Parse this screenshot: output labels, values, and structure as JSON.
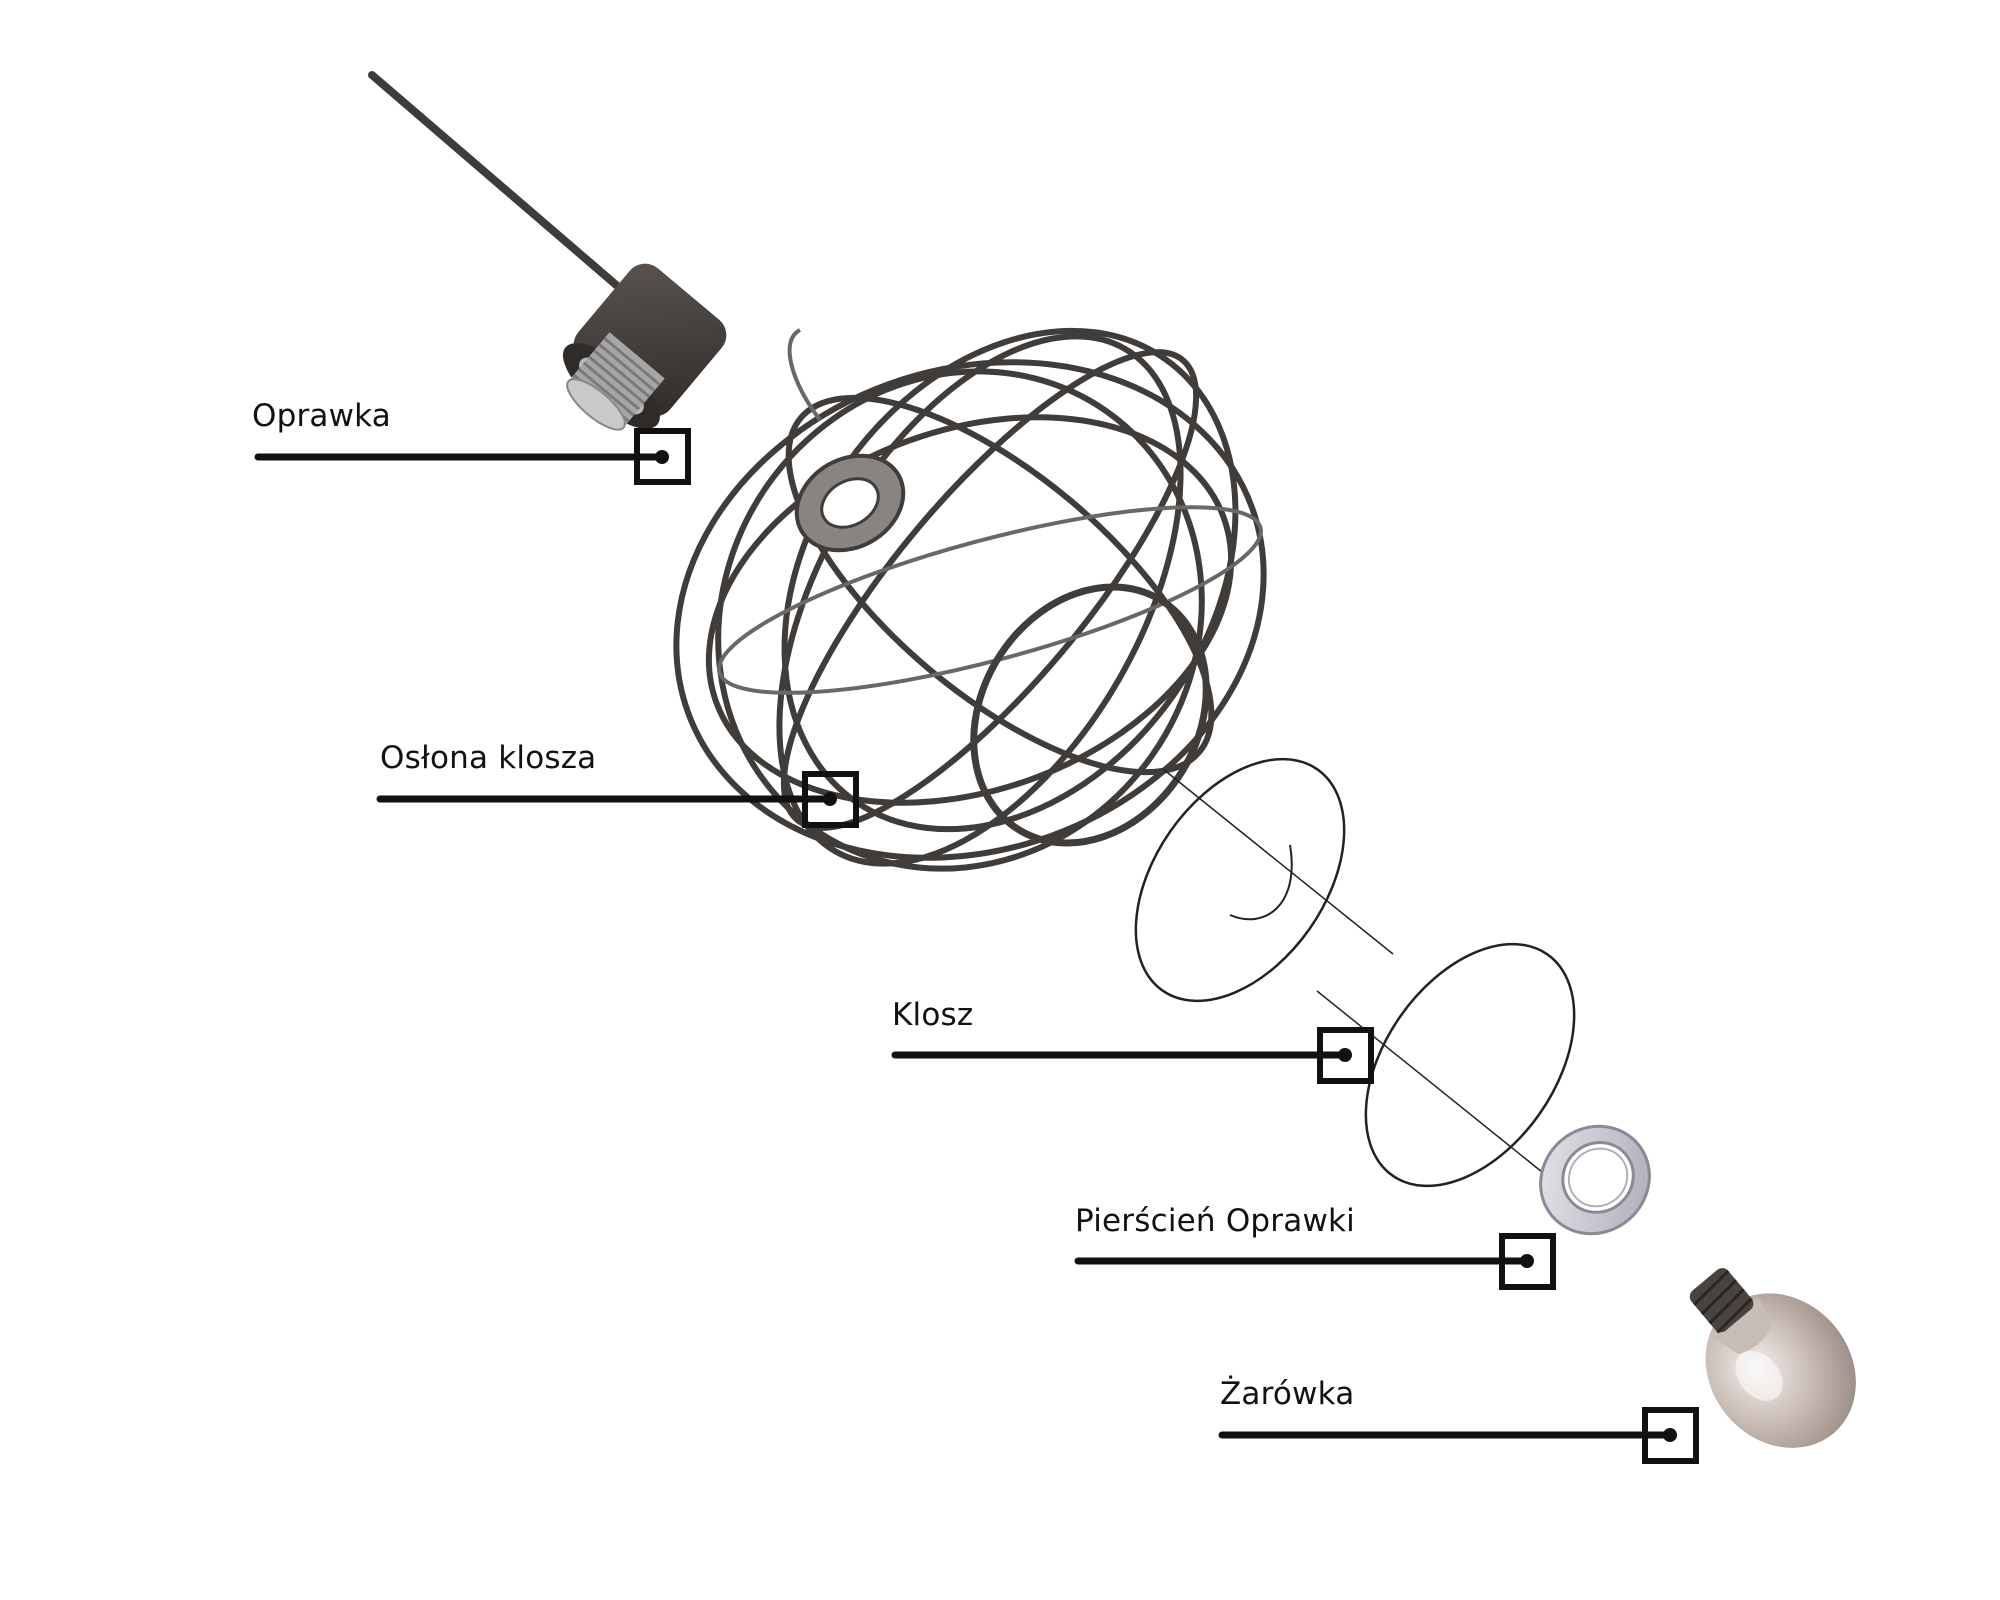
{
  "diagram": {
    "parts": [
      {
        "id": "oprawka",
        "label": "Oprawka"
      },
      {
        "id": "oslona",
        "label": "Osłona klosza"
      },
      {
        "id": "klosz",
        "label": "Klosz"
      },
      {
        "id": "pierscien",
        "label": "Pierścień Oprawki"
      },
      {
        "id": "zarowka",
        "label": "Żarówka"
      }
    ],
    "colors": {
      "ink": "#111111",
      "metal": "#3f3b38",
      "thread": "#9a9a9a",
      "glass": "#222222",
      "ring": "#c9c9d0",
      "bulb": "#b9ada6"
    }
  }
}
